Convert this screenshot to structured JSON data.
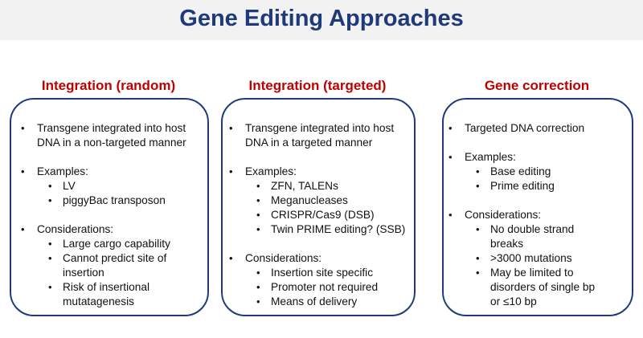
{
  "title": "Gene Editing Approaches",
  "columns": [
    {
      "heading": "Integration (random)",
      "items": [
        {
          "text": "Transgene integrated into host DNA in a non-targeted manner",
          "subitems": []
        },
        {
          "text": "Examples:",
          "subitems": [
            "LV",
            "piggyBac transposon"
          ]
        },
        {
          "text": "Considerations:",
          "subitems": [
            "Large cargo capability",
            "Cannot predict site of insertion",
            "Risk of insertional mutatagenesis"
          ]
        }
      ]
    },
    {
      "heading": "Integration (targeted)",
      "items": [
        {
          "text": "Transgene integrated into host DNA in a targeted manner",
          "subitems": []
        },
        {
          "text": "Examples:",
          "subitems": [
            "ZFN, TALENs",
            "Meganucleases",
            "CRISPR/Cas9 (DSB)",
            "Twin PRIME editing? (SSB)"
          ]
        },
        {
          "text": "Considerations:",
          "subitems": [
            "Insertion site specific",
            "Promoter not required",
            "Means of delivery"
          ]
        }
      ]
    },
    {
      "heading": "Gene correction",
      "items": [
        {
          "text": "Targeted DNA correction",
          "subitems": []
        },
        {
          "text": "Examples:",
          "subitems": [
            "Base editing",
            "Prime editing"
          ]
        },
        {
          "text": "Considerations:",
          "subitems": [
            "No double strand breaks",
            ">3000 mutations",
            "May be limited to disorders of single bp or ≤10 bp"
          ]
        }
      ]
    }
  ],
  "colors": {
    "title": "#1f3a7a",
    "heading": "#c00000",
    "border": "#1f3a7a",
    "band": "#f2f2f2"
  }
}
